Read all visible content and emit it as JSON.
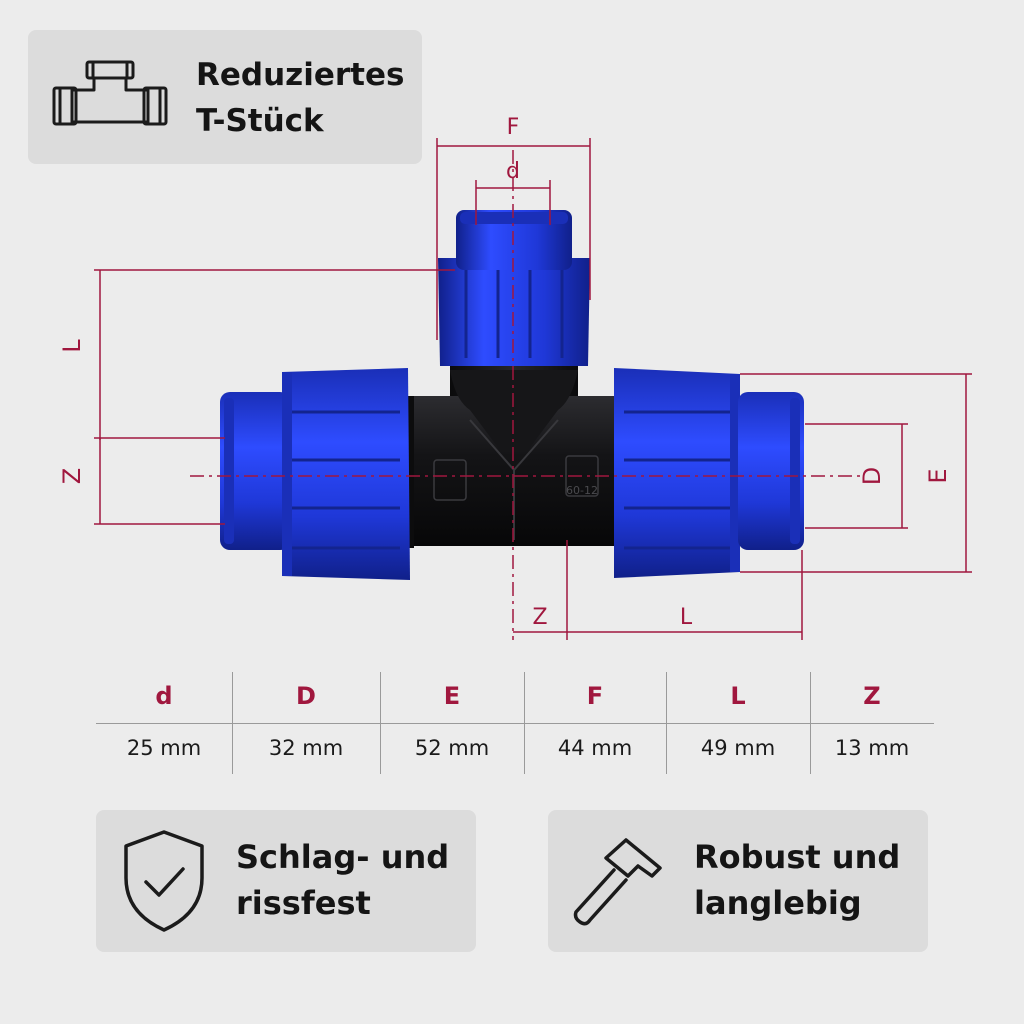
{
  "title_card": {
    "text": "Reduziertes\nT-Stück",
    "icon": "tee-fitting-icon"
  },
  "dimension_labels": {
    "F": "F",
    "d": "d",
    "L_left": "L",
    "Z_left": "Z",
    "D": "D",
    "E": "E",
    "Z_bottom": "Z",
    "L_bottom": "L"
  },
  "fitting_marking": "60-12",
  "table": {
    "headers": [
      "d",
      "D",
      "E",
      "F",
      "L",
      "Z"
    ],
    "values": [
      "25 mm",
      "32 mm",
      "52 mm",
      "44 mm",
      "49 mm",
      "13 mm"
    ]
  },
  "features": [
    {
      "text": "Schlag- und\nrissfest",
      "icon": "shield-check-icon"
    },
    {
      "text": "Robust und\nlanglebig",
      "icon": "hammer-icon"
    }
  ],
  "colors": {
    "accent": "#a0173e",
    "fitting_blue": "#2038e0",
    "fitting_black": "#1a1a1c",
    "card_bg": "#dcdcdc",
    "page_bg": "#ececec"
  }
}
